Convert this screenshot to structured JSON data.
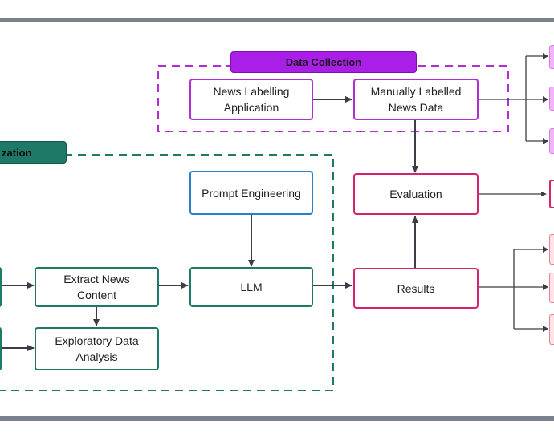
{
  "groups": {
    "data_collection": "Data Collection",
    "summarization": "zation"
  },
  "nodes": {
    "news_labelling_app": "News Labelling\nApplication",
    "manually_labelled_data": "Manually Labelled\nNews Data",
    "prompt_engineering": "Prompt Engineering",
    "evaluation": "Evaluation",
    "extract_news_content": "Extract News\nContent",
    "llm": "LLM",
    "results": "Results",
    "exploratory_data_analysis": "Exploratory Data\nAnalysis"
  },
  "colors": {
    "green": "#1e7a66",
    "purple": "#b12fd2",
    "blue": "#2a7fc7",
    "pink": "#d8226e",
    "arrow": "#3a3f47",
    "frame": "#7a828e"
  }
}
